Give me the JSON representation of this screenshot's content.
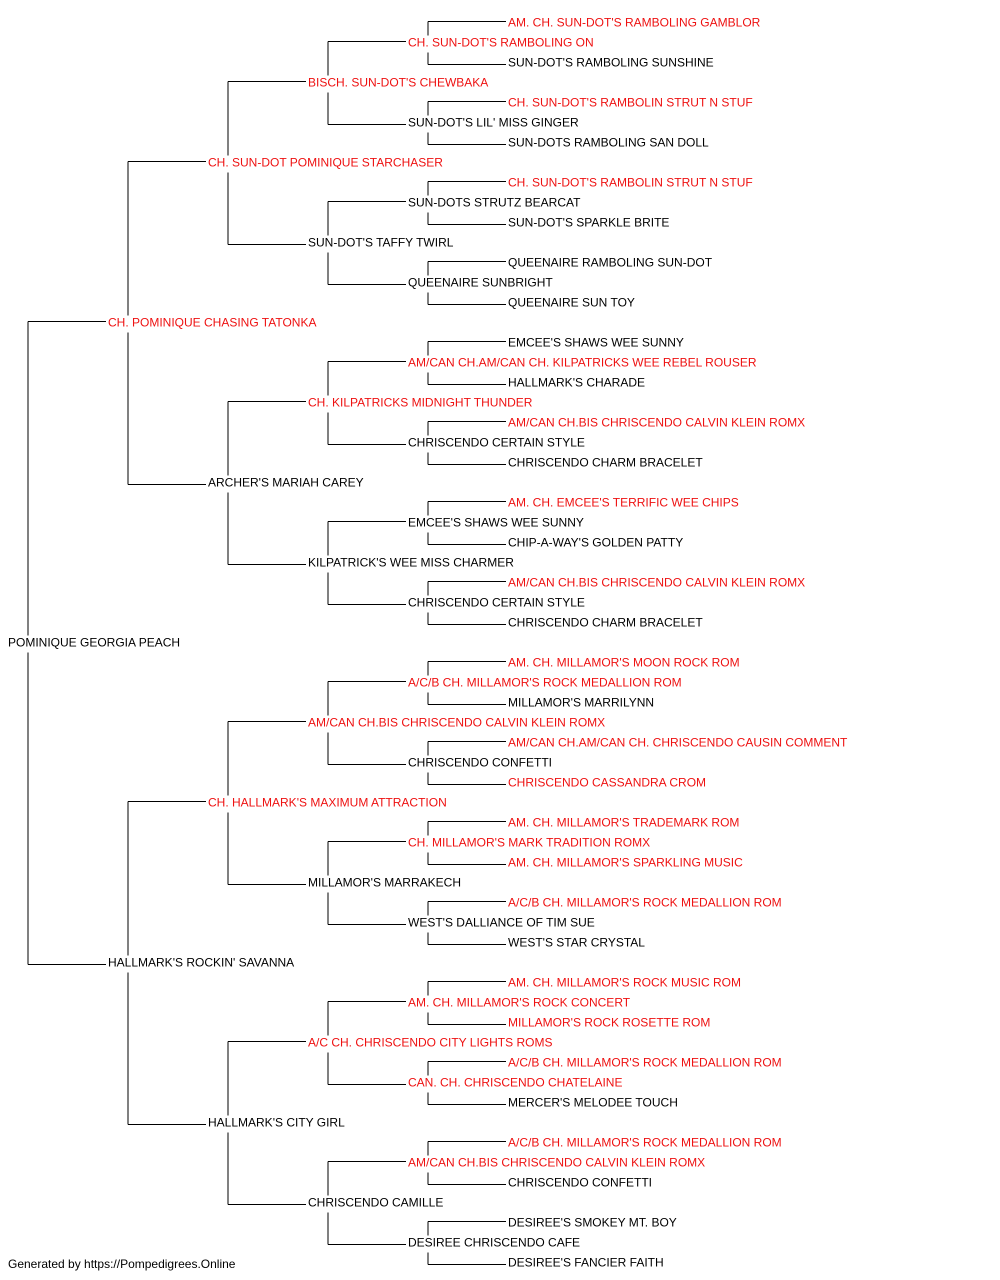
{
  "colors": {
    "champion": "#ee1111",
    "regular": "#000000",
    "line": "#000000"
  },
  "footer": "Generated by https://Pompedigrees.Online",
  "pedigree": {
    "name": "POMINIQUE GEORGIA PEACH",
    "champion": false,
    "sire": {
      "name": "CH. POMINIQUE CHASING TATONKA",
      "champion": true,
      "sire": {
        "name": "CH. SUN-DOT POMINIQUE STARCHASER",
        "champion": true,
        "sire": {
          "name": "BISCH. SUN-DOT'S CHEWBAKA",
          "champion": true,
          "sire": {
            "name": "CH. SUN-DOT'S RAMBOLING ON",
            "champion": true,
            "sire": {
              "name": "AM. CH. SUN-DOT'S RAMBOLING GAMBLOR",
              "champion": true
            },
            "dam": {
              "name": "SUN-DOT'S RAMBOLING SUNSHINE",
              "champion": false
            }
          },
          "dam": {
            "name": "SUN-DOT'S LIL' MISS GINGER",
            "champion": false,
            "sire": {
              "name": "CH. SUN-DOT'S RAMBOLIN STRUT N STUF",
              "champion": true
            },
            "dam": {
              "name": "SUN-DOTS RAMBOLING SAN DOLL",
              "champion": false
            }
          }
        },
        "dam": {
          "name": "SUN-DOT'S TAFFY TWIRL",
          "champion": false,
          "sire": {
            "name": "SUN-DOTS STRUTZ BEARCAT",
            "champion": false,
            "sire": {
              "name": "CH. SUN-DOT'S RAMBOLIN STRUT N STUF",
              "champion": true
            },
            "dam": {
              "name": "SUN-DOT'S SPARKLE BRITE",
              "champion": false
            }
          },
          "dam": {
            "name": "QUEENAIRE SUNBRIGHT",
            "champion": false,
            "sire": {
              "name": "QUEENAIRE RAMBOLING SUN-DOT",
              "champion": false
            },
            "dam": {
              "name": "QUEENAIRE SUN TOY",
              "champion": false
            }
          }
        }
      },
      "dam": {
        "name": "ARCHER'S MARIAH CAREY",
        "champion": false,
        "sire": {
          "name": "CH. KILPATRICKS MIDNIGHT THUNDER",
          "champion": true,
          "sire": {
            "name": "AM/CAN CH.AM/CAN CH. KILPATRICKS WEE REBEL ROUSER",
            "champion": true,
            "sire": {
              "name": "EMCEE'S SHAWS WEE SUNNY",
              "champion": false
            },
            "dam": {
              "name": "HALLMARK'S CHARADE",
              "champion": false
            }
          },
          "dam": {
            "name": "CHRISCENDO CERTAIN STYLE",
            "champion": false,
            "sire": {
              "name": "AM/CAN CH.BIS CHRISCENDO CALVIN KLEIN ROMX",
              "champion": true
            },
            "dam": {
              "name": "CHRISCENDO CHARM BRACELET",
              "champion": false
            }
          }
        },
        "dam": {
          "name": "KILPATRICK'S WEE MISS CHARMER",
          "champion": false,
          "sire": {
            "name": "EMCEE'S SHAWS WEE SUNNY",
            "champion": false,
            "sire": {
              "name": "AM. CH. EMCEE'S TERRIFIC WEE CHIPS",
              "champion": true
            },
            "dam": {
              "name": "CHIP-A-WAY'S GOLDEN PATTY",
              "champion": false
            }
          },
          "dam": {
            "name": "CHRISCENDO CERTAIN STYLE",
            "champion": false,
            "sire": {
              "name": "AM/CAN CH.BIS CHRISCENDO CALVIN KLEIN ROMX",
              "champion": true
            },
            "dam": {
              "name": "CHRISCENDO CHARM BRACELET",
              "champion": false
            }
          }
        }
      }
    },
    "dam": {
      "name": "HALLMARK'S ROCKIN' SAVANNA",
      "champion": false,
      "sire": {
        "name": "CH. HALLMARK'S MAXIMUM ATTRACTION",
        "champion": true,
        "sire": {
          "name": "AM/CAN CH.BIS CHRISCENDO CALVIN KLEIN ROMX",
          "champion": true,
          "sire": {
            "name": "A/C/B CH. MILLAMOR'S ROCK MEDALLION ROM",
            "champion": true,
            "sire": {
              "name": "AM. CH. MILLAMOR'S MOON ROCK ROM",
              "champion": true
            },
            "dam": {
              "name": "MILLAMOR'S MARRILYNN",
              "champion": false
            }
          },
          "dam": {
            "name": "CHRISCENDO CONFETTI",
            "champion": false,
            "sire": {
              "name": "AM/CAN CH.AM/CAN CH. CHRISCENDO CAUSIN COMMENT",
              "champion": true
            },
            "dam": {
              "name": "CHRISCENDO CASSANDRA CROM",
              "champion": true
            }
          }
        },
        "dam": {
          "name": "MILLAMOR'S MARRAKECH",
          "champion": false,
          "sire": {
            "name": "CH. MILLAMOR'S MARK TRADITION ROMX",
            "champion": true,
            "sire": {
              "name": "AM. CH. MILLAMOR'S TRADEMARK ROM",
              "champion": true
            },
            "dam": {
              "name": "AM. CH. MILLAMOR'S SPARKLING MUSIC",
              "champion": true
            }
          },
          "dam": {
            "name": "WEST'S DALLIANCE OF TIM SUE",
            "champion": false,
            "sire": {
              "name": "A/C/B CH. MILLAMOR'S ROCK MEDALLION ROM",
              "champion": true
            },
            "dam": {
              "name": "WEST'S STAR CRYSTAL",
              "champion": false
            }
          }
        }
      },
      "dam": {
        "name": "HALLMARK'S CITY GIRL",
        "champion": false,
        "sire": {
          "name": "A/C CH. CHRISCENDO CITY LIGHTS ROMS",
          "champion": true,
          "sire": {
            "name": "AM. CH. MILLAMOR'S ROCK CONCERT",
            "champion": true,
            "sire": {
              "name": "AM. CH. MILLAMOR'S ROCK MUSIC ROM",
              "champion": true
            },
            "dam": {
              "name": "MILLAMOR'S ROCK ROSETTE ROM",
              "champion": true
            }
          },
          "dam": {
            "name": "CAN. CH. CHRISCENDO CHATELAINE",
            "champion": true,
            "sire": {
              "name": "A/C/B CH. MILLAMOR'S ROCK MEDALLION ROM",
              "champion": true
            },
            "dam": {
              "name": "MERCER'S MELODEE TOUCH",
              "champion": false
            }
          }
        },
        "dam": {
          "name": "CHRISCENDO CAMILLE",
          "champion": false,
          "sire": {
            "name": "AM/CAN CH.BIS CHRISCENDO CALVIN KLEIN ROMX",
            "champion": true,
            "sire": {
              "name": "A/C/B CH. MILLAMOR'S ROCK MEDALLION ROM",
              "champion": true
            },
            "dam": {
              "name": "CHRISCENDO CONFETTI",
              "champion": false
            }
          },
          "dam": {
            "name": "DESIREE CHRISCENDO CAFE",
            "champion": false,
            "sire": {
              "name": "DESIREE'S SMOKEY MT. BOY",
              "champion": false
            },
            "dam": {
              "name": "DESIREE'S FANCIER FAITH",
              "champion": false
            }
          }
        }
      }
    }
  }
}
